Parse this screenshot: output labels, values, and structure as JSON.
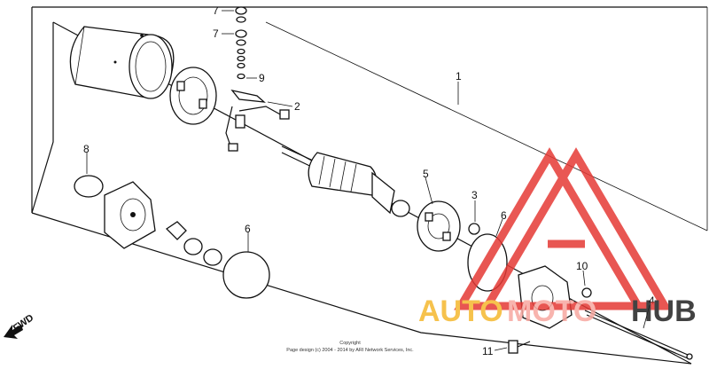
{
  "callouts": {
    "c1": "1",
    "c2": "2",
    "c3": "3",
    "c4": "4",
    "c5": "5",
    "c6a": "6",
    "c6b": "6",
    "c7a": "7",
    "c7b": "7",
    "c8": "8",
    "c9": "9",
    "c10": "10",
    "c11": "11"
  },
  "fwd_label": "FWD",
  "copyright": {
    "line1": "Copyright",
    "line2": "Page design (c) 2004 - 2014 by ARI Network Services, Inc."
  },
  "watermark": {
    "text_auto": "AUTO",
    "text_moto": "MOTO",
    "text_hub": "HUB",
    "colors": {
      "triangle": "#e53935",
      "auto": "#f5b82e",
      "moto": "#f7a8a0",
      "hub": "#222222"
    }
  }
}
